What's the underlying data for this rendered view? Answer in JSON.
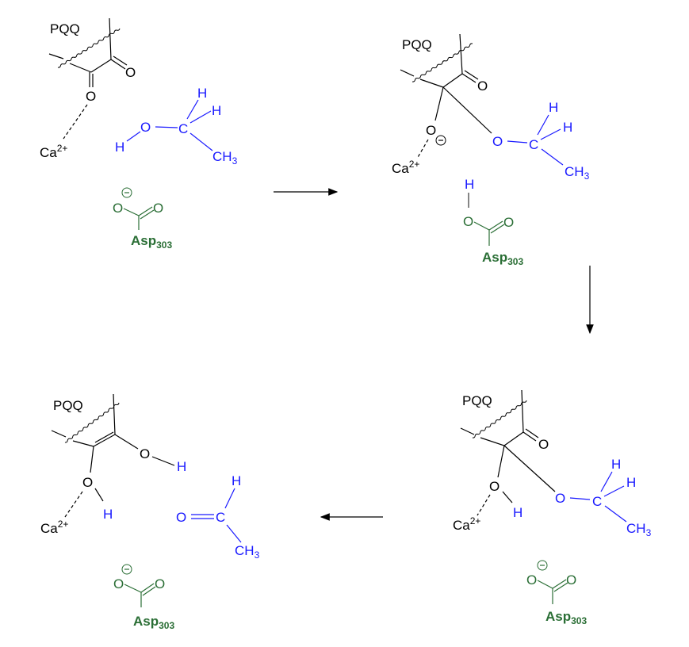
{
  "labels": {
    "pqq": "PQQ",
    "o": "O",
    "h": "H",
    "c": "C",
    "ca": "Ca",
    "ca_charge": "2+",
    "ch": "CH",
    "ch_sub": "3",
    "asp": "Asp",
    "asp_sub": "303",
    "minus": "−"
  },
  "colors": {
    "pqq": "#000000",
    "substrate": "#1a1aff",
    "asp": "#2a6e35"
  },
  "steps": [
    {
      "name": "step-1-ethanol-binding"
    },
    {
      "name": "step-2-hemiketal-intermediate"
    },
    {
      "name": "step-3-protonated-hemiketal"
    },
    {
      "name": "step-4-pqqh2-acetaldehyde"
    }
  ]
}
